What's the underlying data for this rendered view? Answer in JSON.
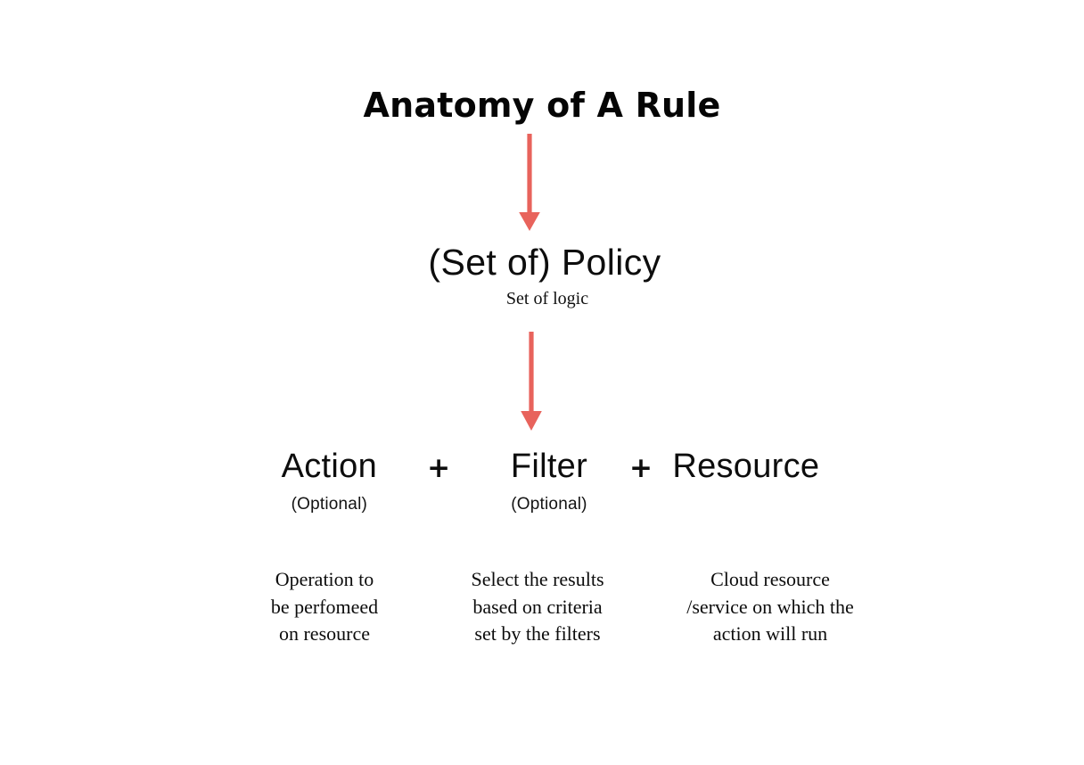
{
  "page": {
    "background_color": "#ffffff",
    "text_color": "#101010",
    "accent_color": "#e8635c"
  },
  "title": "Anatomy of A Rule",
  "policy": {
    "label": "(Set of) Policy",
    "subtitle": "Set of logic"
  },
  "arrows": [
    {
      "name": "arrow-title-to-policy",
      "color": "#e8635c",
      "direction": "down"
    },
    {
      "name": "arrow-policy-to-components",
      "color": "#e8635c",
      "direction": "down"
    }
  ],
  "components": {
    "separator": "+",
    "items": [
      {
        "name": "Action",
        "optional_label": "(Optional)",
        "optional": true,
        "description": "Operation to\nbe perfomeed\non resource"
      },
      {
        "name": "Filter",
        "optional_label": "(Optional)",
        "optional": true,
        "description": "Select the results\nbased on criteria\nset by the filters"
      },
      {
        "name": "Resource",
        "optional_label": "",
        "optional": false,
        "description": "Cloud resource\n/service on which the\naction will run"
      }
    ]
  }
}
